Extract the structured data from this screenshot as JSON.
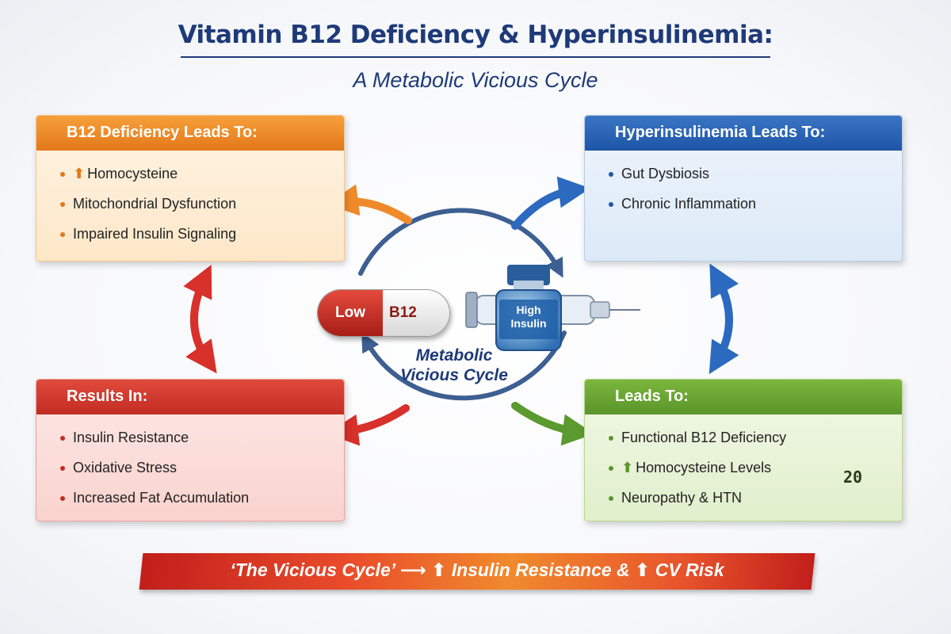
{
  "title": "Vitamin B12 Deficiency & Hyperinsulinemia:",
  "subtitle": "A Metabolic Vicious Cycle",
  "boxes": {
    "b12": {
      "header": "B12 Deficiency Leads To:",
      "items": [
        "Homocysteine",
        "Mitochondrial Dysfunction",
        "Impaired Insulin Signaling"
      ],
      "color": "#e3781b"
    },
    "hyper": {
      "header": "Hyperinsulinemia Leads To:",
      "items": [
        "Gut Dysbiosis",
        "Chronic Inflammation"
      ],
      "color": "#1e55a6"
    },
    "results": {
      "header": "Results In:",
      "items": [
        "Insulin Resistance",
        "Oxidative Stress",
        "Increased Fat Accumulation"
      ],
      "color": "#c22c22"
    },
    "leads": {
      "header": "Leads To:",
      "items": [
        "Functional B12 Deficiency",
        "Homocysteine Levels",
        "Neuropathy & HTN"
      ],
      "color": "#5a952a"
    }
  },
  "center": {
    "pill_left": "Low",
    "pill_right": "B12",
    "vial_line1": "High",
    "vial_line2": "Insulin",
    "cycle_line1": "Metabolic",
    "cycle_line2": "Vicious Cycle"
  },
  "monitor_reading": "20",
  "banner": "‘The Vicious Cycle’ ⟶ ⬆ Insulin Resistance & ⬆ CV Risk"
}
